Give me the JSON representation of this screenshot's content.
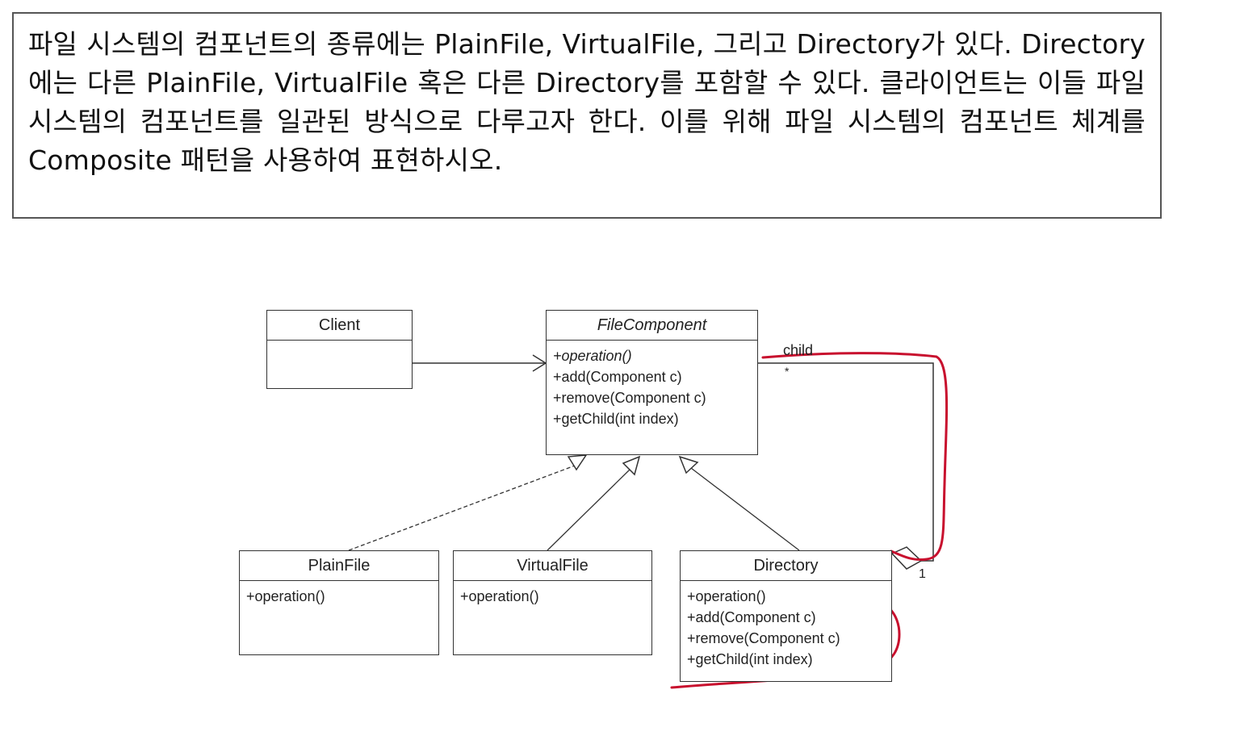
{
  "question": {
    "text": "파일 시스템의 컴포넌트의 종류에는 PlainFile, VirtualFile, 그리고 Directory가 있다. Directory에는 다른 PlainFile, VirtualFile 혹은 다른 Directory를 포함할 수 있다. 클라이언트는 이들 파일 시스템의 컴포넌트를 일관된 방식으로 다루고자 한다. 이를 위해 파일 시스템의 컴포넌트 체계를 Composite 패턴을 사용하여 표현하시오."
  },
  "diagram": {
    "classes": {
      "client": {
        "name": "Client",
        "operations": []
      },
      "file_component": {
        "name": "FileComponent",
        "operations": [
          "+operation()",
          "+add(Component c)",
          "+remove(Component c)",
          "+getChild(int index)"
        ]
      },
      "plain_file": {
        "name": "PlainFile",
        "operations": [
          "+operation()"
        ]
      },
      "virtual_file": {
        "name": "VirtualFile",
        "operations": [
          "+operation()"
        ]
      },
      "directory": {
        "name": "Directory",
        "operations": [
          "+operation()",
          "+add(Component c)",
          "+remove(Component c)",
          "+getChild(int index)"
        ]
      }
    },
    "association": {
      "role": "child",
      "multiplicity_child": "*",
      "multiplicity_parent": "1"
    },
    "colors": {
      "line": "#333333",
      "annotation": "#c8102e"
    }
  }
}
